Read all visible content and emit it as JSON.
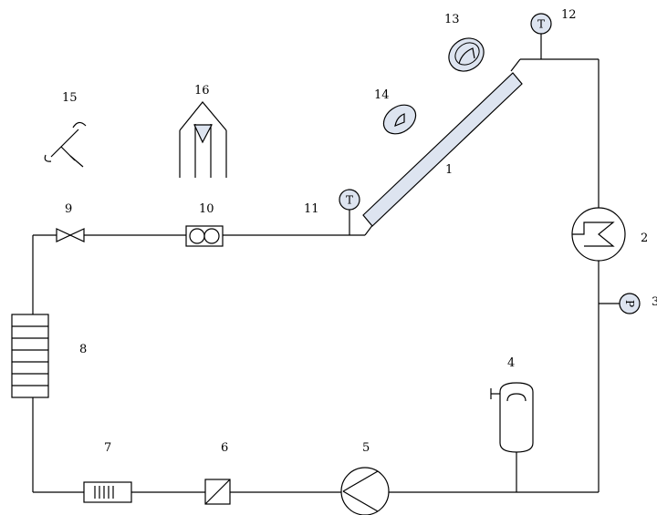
{
  "diagram": {
    "labels": {
      "collector": "1",
      "heat_exchanger": "2",
      "pressure_gauge": "3",
      "expansion_tank": "4",
      "pump": "5",
      "filter": "6",
      "flow_meter": "7",
      "heater": "8",
      "valve": "9",
      "flow_sensor": "10",
      "inlet_temp_sensor": "11",
      "outlet_temp_sensor": "12",
      "pyranometer": "13",
      "diffuse_pyranometer": "14",
      "anemometer": "15",
      "wind_vane": "16"
    },
    "symbols": {
      "temperature": "T",
      "pressure": "P"
    },
    "colors": {
      "gauge_fill": "#dde4f0",
      "collector_fill": "#dde4f0",
      "line": "#000000"
    }
  }
}
